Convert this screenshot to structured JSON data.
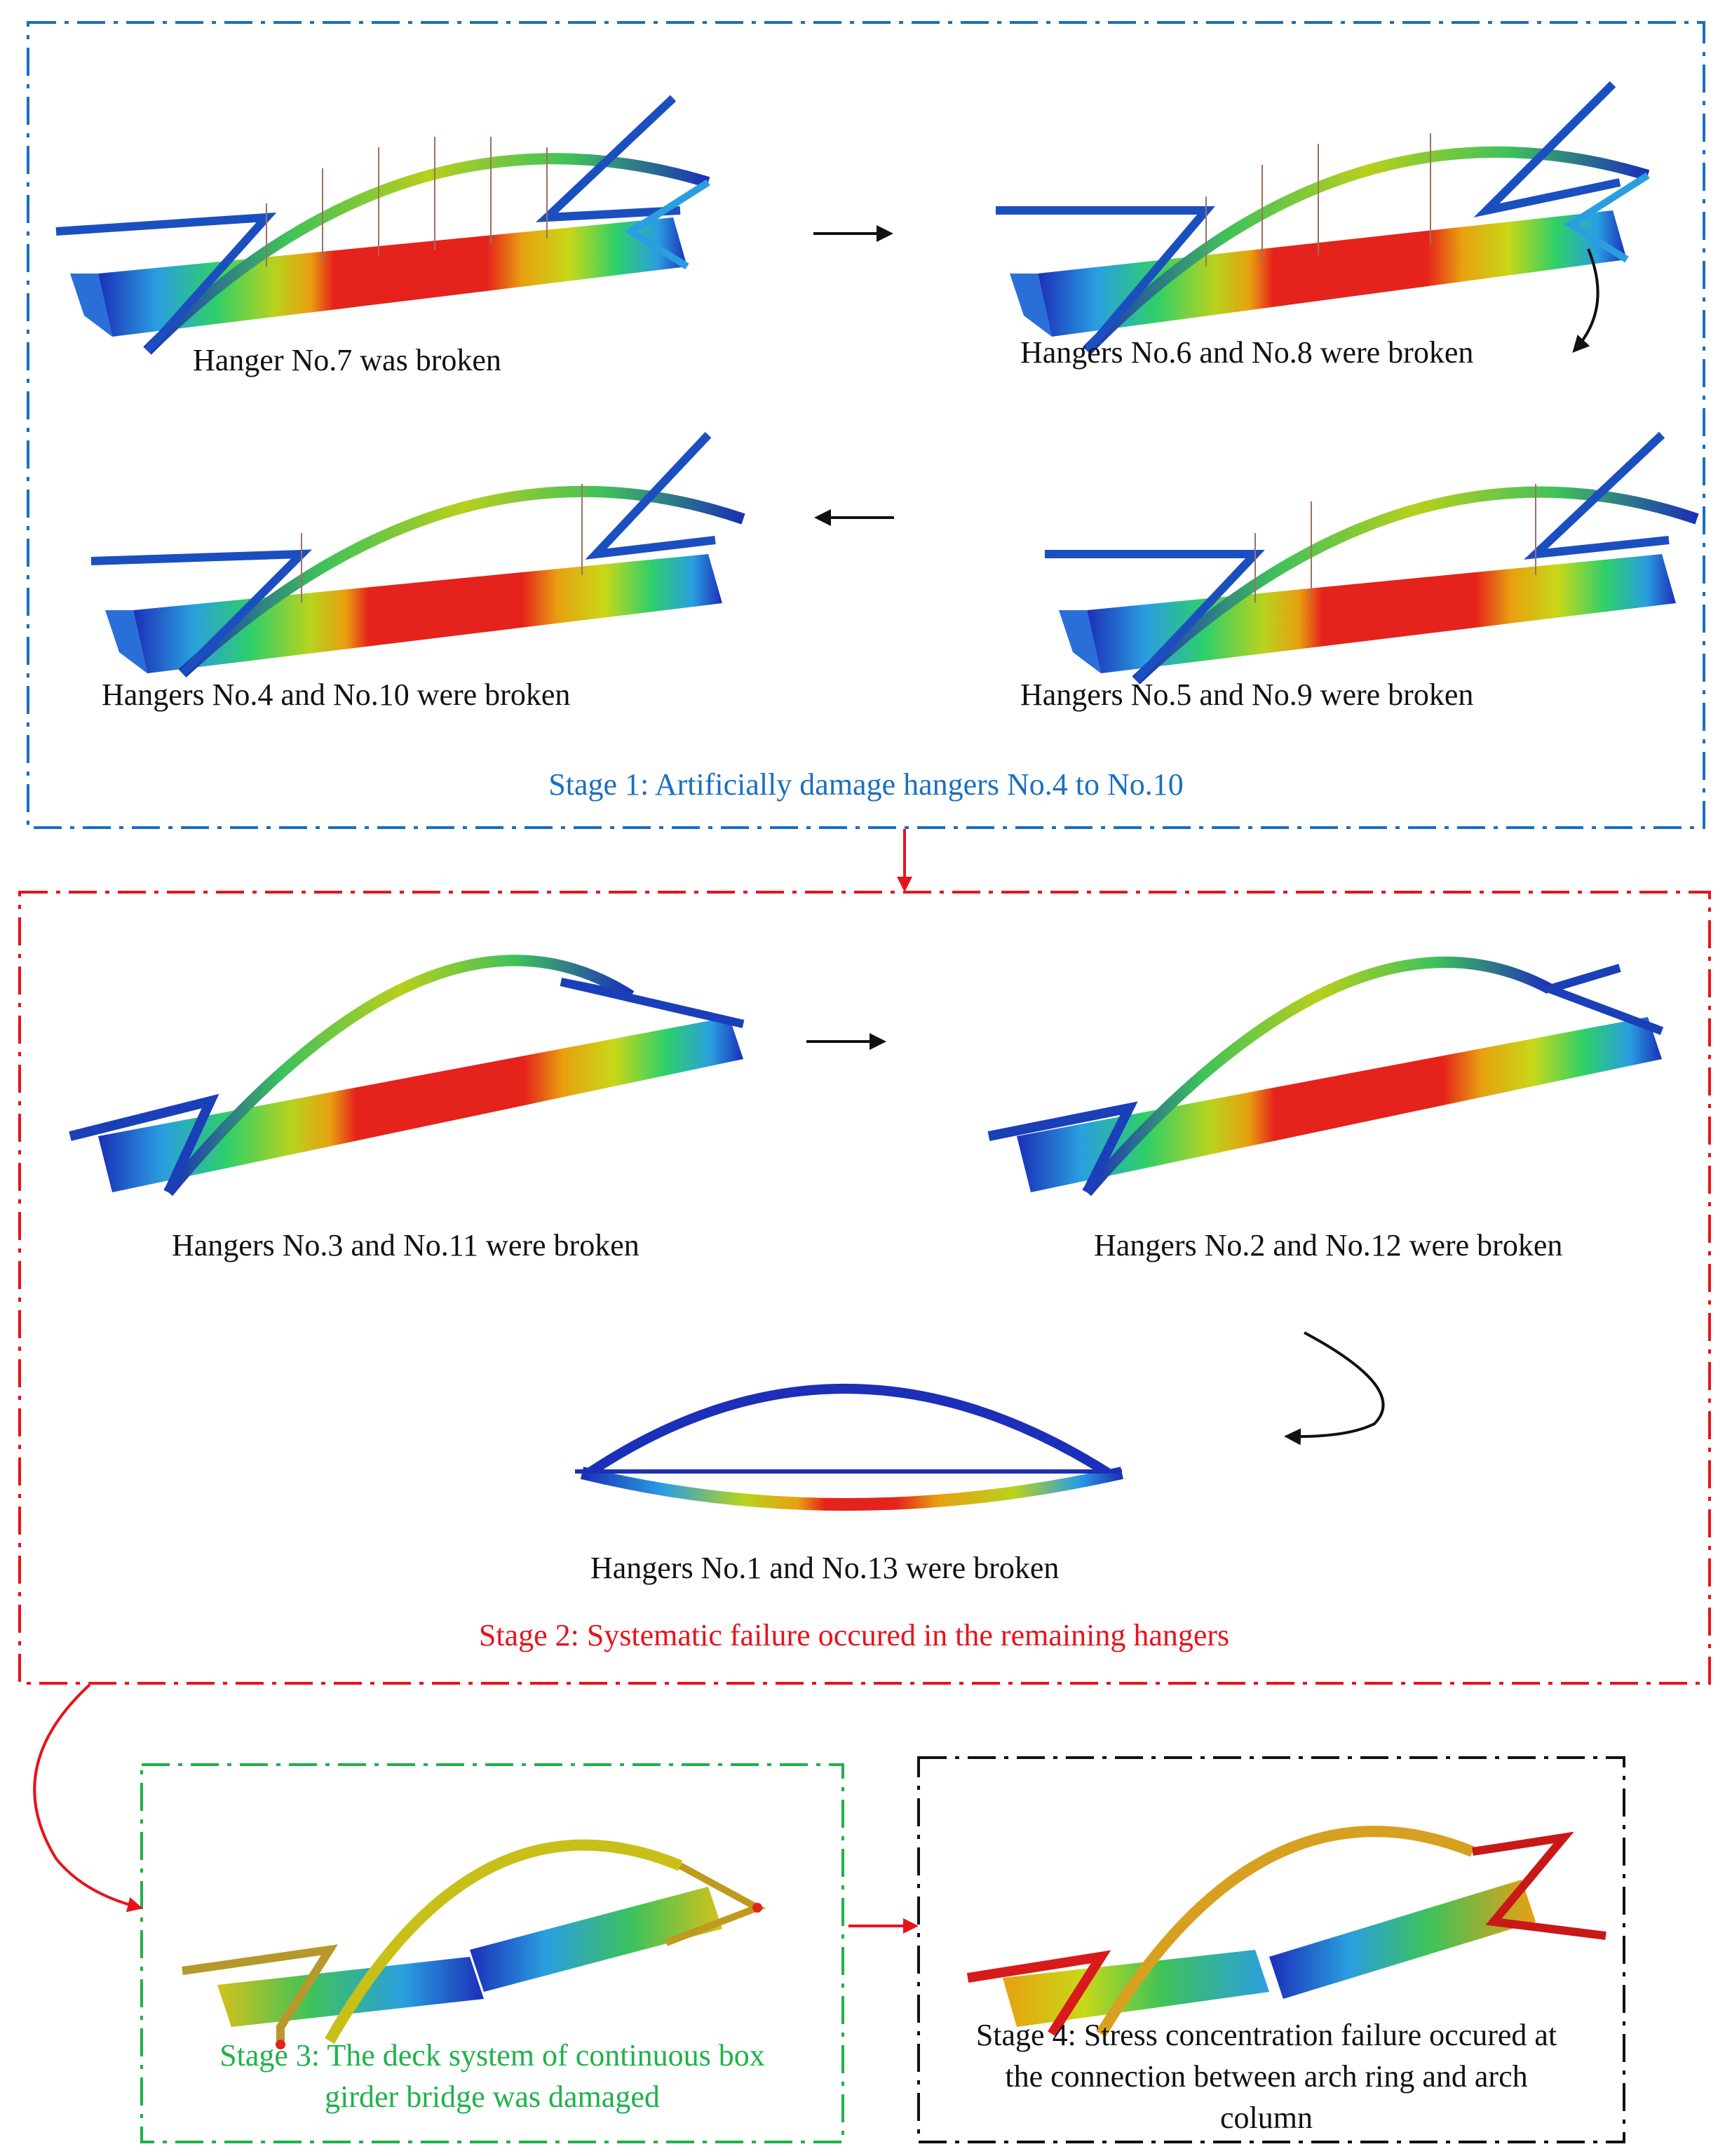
{
  "panels": [
    {
      "id": "p1",
      "label": "Hanger No.7 was broken"
    },
    {
      "id": "p2",
      "label": "Hangers No.6 and No.8 were broken"
    },
    {
      "id": "p3",
      "label": "Hangers No.5 and No.9 were broken"
    },
    {
      "id": "p4",
      "label": "Hangers No.4 and No.10 were broken"
    },
    {
      "id": "p5",
      "label": "Hangers No.3 and No.11 were broken"
    },
    {
      "id": "p6",
      "label": "Hangers No.2 and No.12 were broken"
    },
    {
      "id": "p7",
      "label": "Hangers No.1 and No.13 were broken"
    }
  ],
  "stages": {
    "stage1": "Stage 1: Artificially damage hangers No.4 to No.10",
    "stage2": "Stage 2: Systematic failure occured in the remaining hangers",
    "stage3_line1": "Stage 3: The deck system of continuous box",
    "stage3_line2": "girder bridge was damaged",
    "stage4_line1": "Stage 4: Stress concentration failure occured at",
    "stage4_line2": "the connection between arch ring and arch",
    "stage4_line3": "column"
  },
  "colors": {
    "stage1": "#1a6fc0",
    "stage2": "#e8131a",
    "stage3": "#1fb24a",
    "stage4": "#111111"
  }
}
